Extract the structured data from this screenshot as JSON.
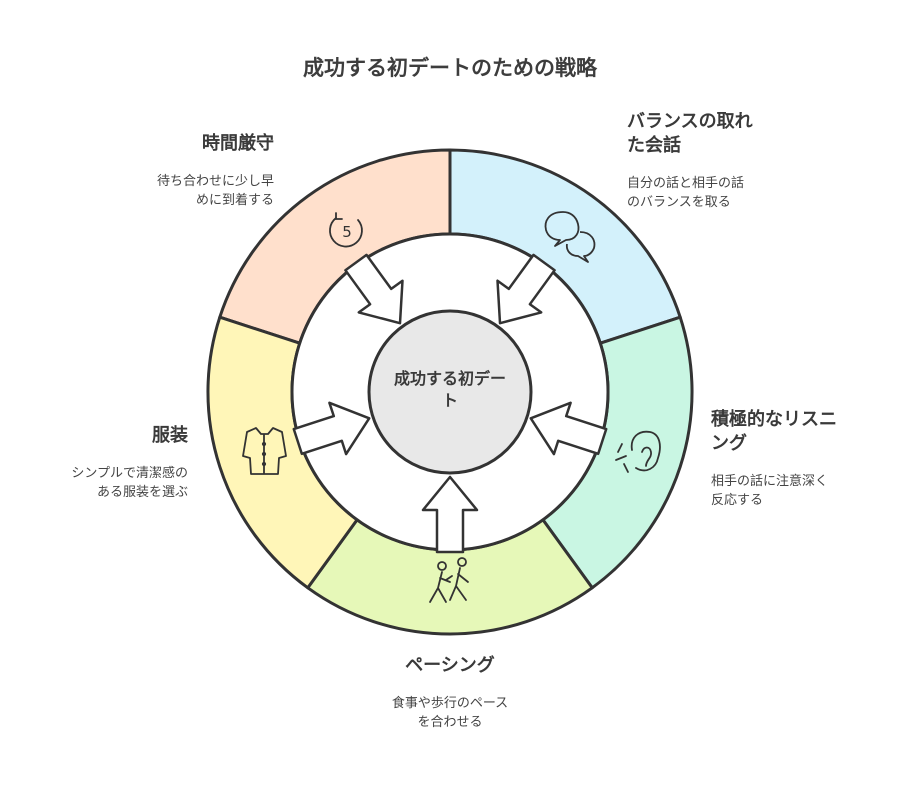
{
  "title": "成功する初デートのための戦略",
  "center": {
    "line1": "成功する初デー",
    "line2": "ト"
  },
  "segments": {
    "punctuality": {
      "title": "時間厳守",
      "desc1": "待ち合わせに少し早",
      "desc2": "めに到着する",
      "icon": "clock-5-icon",
      "color": "#ffe0cc"
    },
    "balanced": {
      "title1": "バランスの取れ",
      "title2": "た会話",
      "desc1": "自分の話と相手の話",
      "desc2": "のバランスを取る",
      "icon": "speech-bubbles-icon",
      "color": "#d3f1fb"
    },
    "listening": {
      "title1": "積極的なリスニ",
      "title2": "ング",
      "desc1": "相手の話に注意深く",
      "desc2": "反応する",
      "icon": "ear-icon",
      "color": "#c9f6e3"
    },
    "pacing": {
      "title": "ペーシング",
      "desc1": "食事や歩行のペース",
      "desc2": "を合わせる",
      "icon": "walking-couple-icon",
      "color": "#e6f8b8"
    },
    "clothing": {
      "title": "服装",
      "desc1": "シンプルで清潔感の",
      "desc2": "ある服装を選ぶ",
      "icon": "shirt-icon",
      "color": "#fff6b8"
    }
  }
}
